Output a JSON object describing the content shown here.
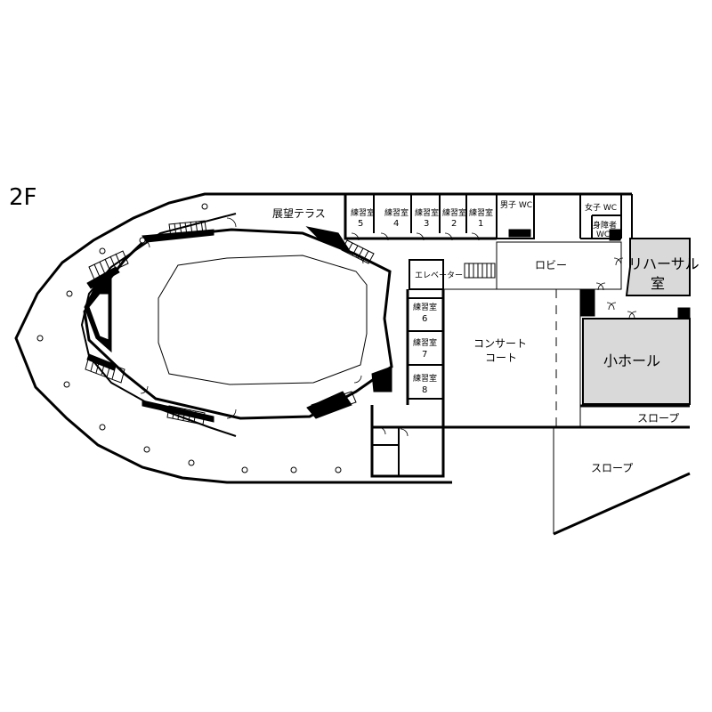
{
  "floor": "2F",
  "rooms": {
    "terrace": "展望テラス",
    "practice_label": "練習室",
    "practice_numbers": [
      "5",
      "4",
      "3",
      "2",
      "1"
    ],
    "practice_lower_numbers": [
      "6",
      "7",
      "8"
    ],
    "men_wc": "男子 WC",
    "women_wc": "女子 WC",
    "accessible_wc_1": "身障者",
    "accessible_wc_2": "WC",
    "lobby": "ロビー",
    "elevator": "エレベーター",
    "rehearsal_1": "リハーサル",
    "rehearsal_2": "室",
    "concert_1": "コンサート",
    "concert_2": "コート",
    "small_hall": "小ホール",
    "slope": "スロープ"
  },
  "colors": {
    "wall": "#000000",
    "shaded_room": "#d9d9d9",
    "background": "#ffffff"
  }
}
